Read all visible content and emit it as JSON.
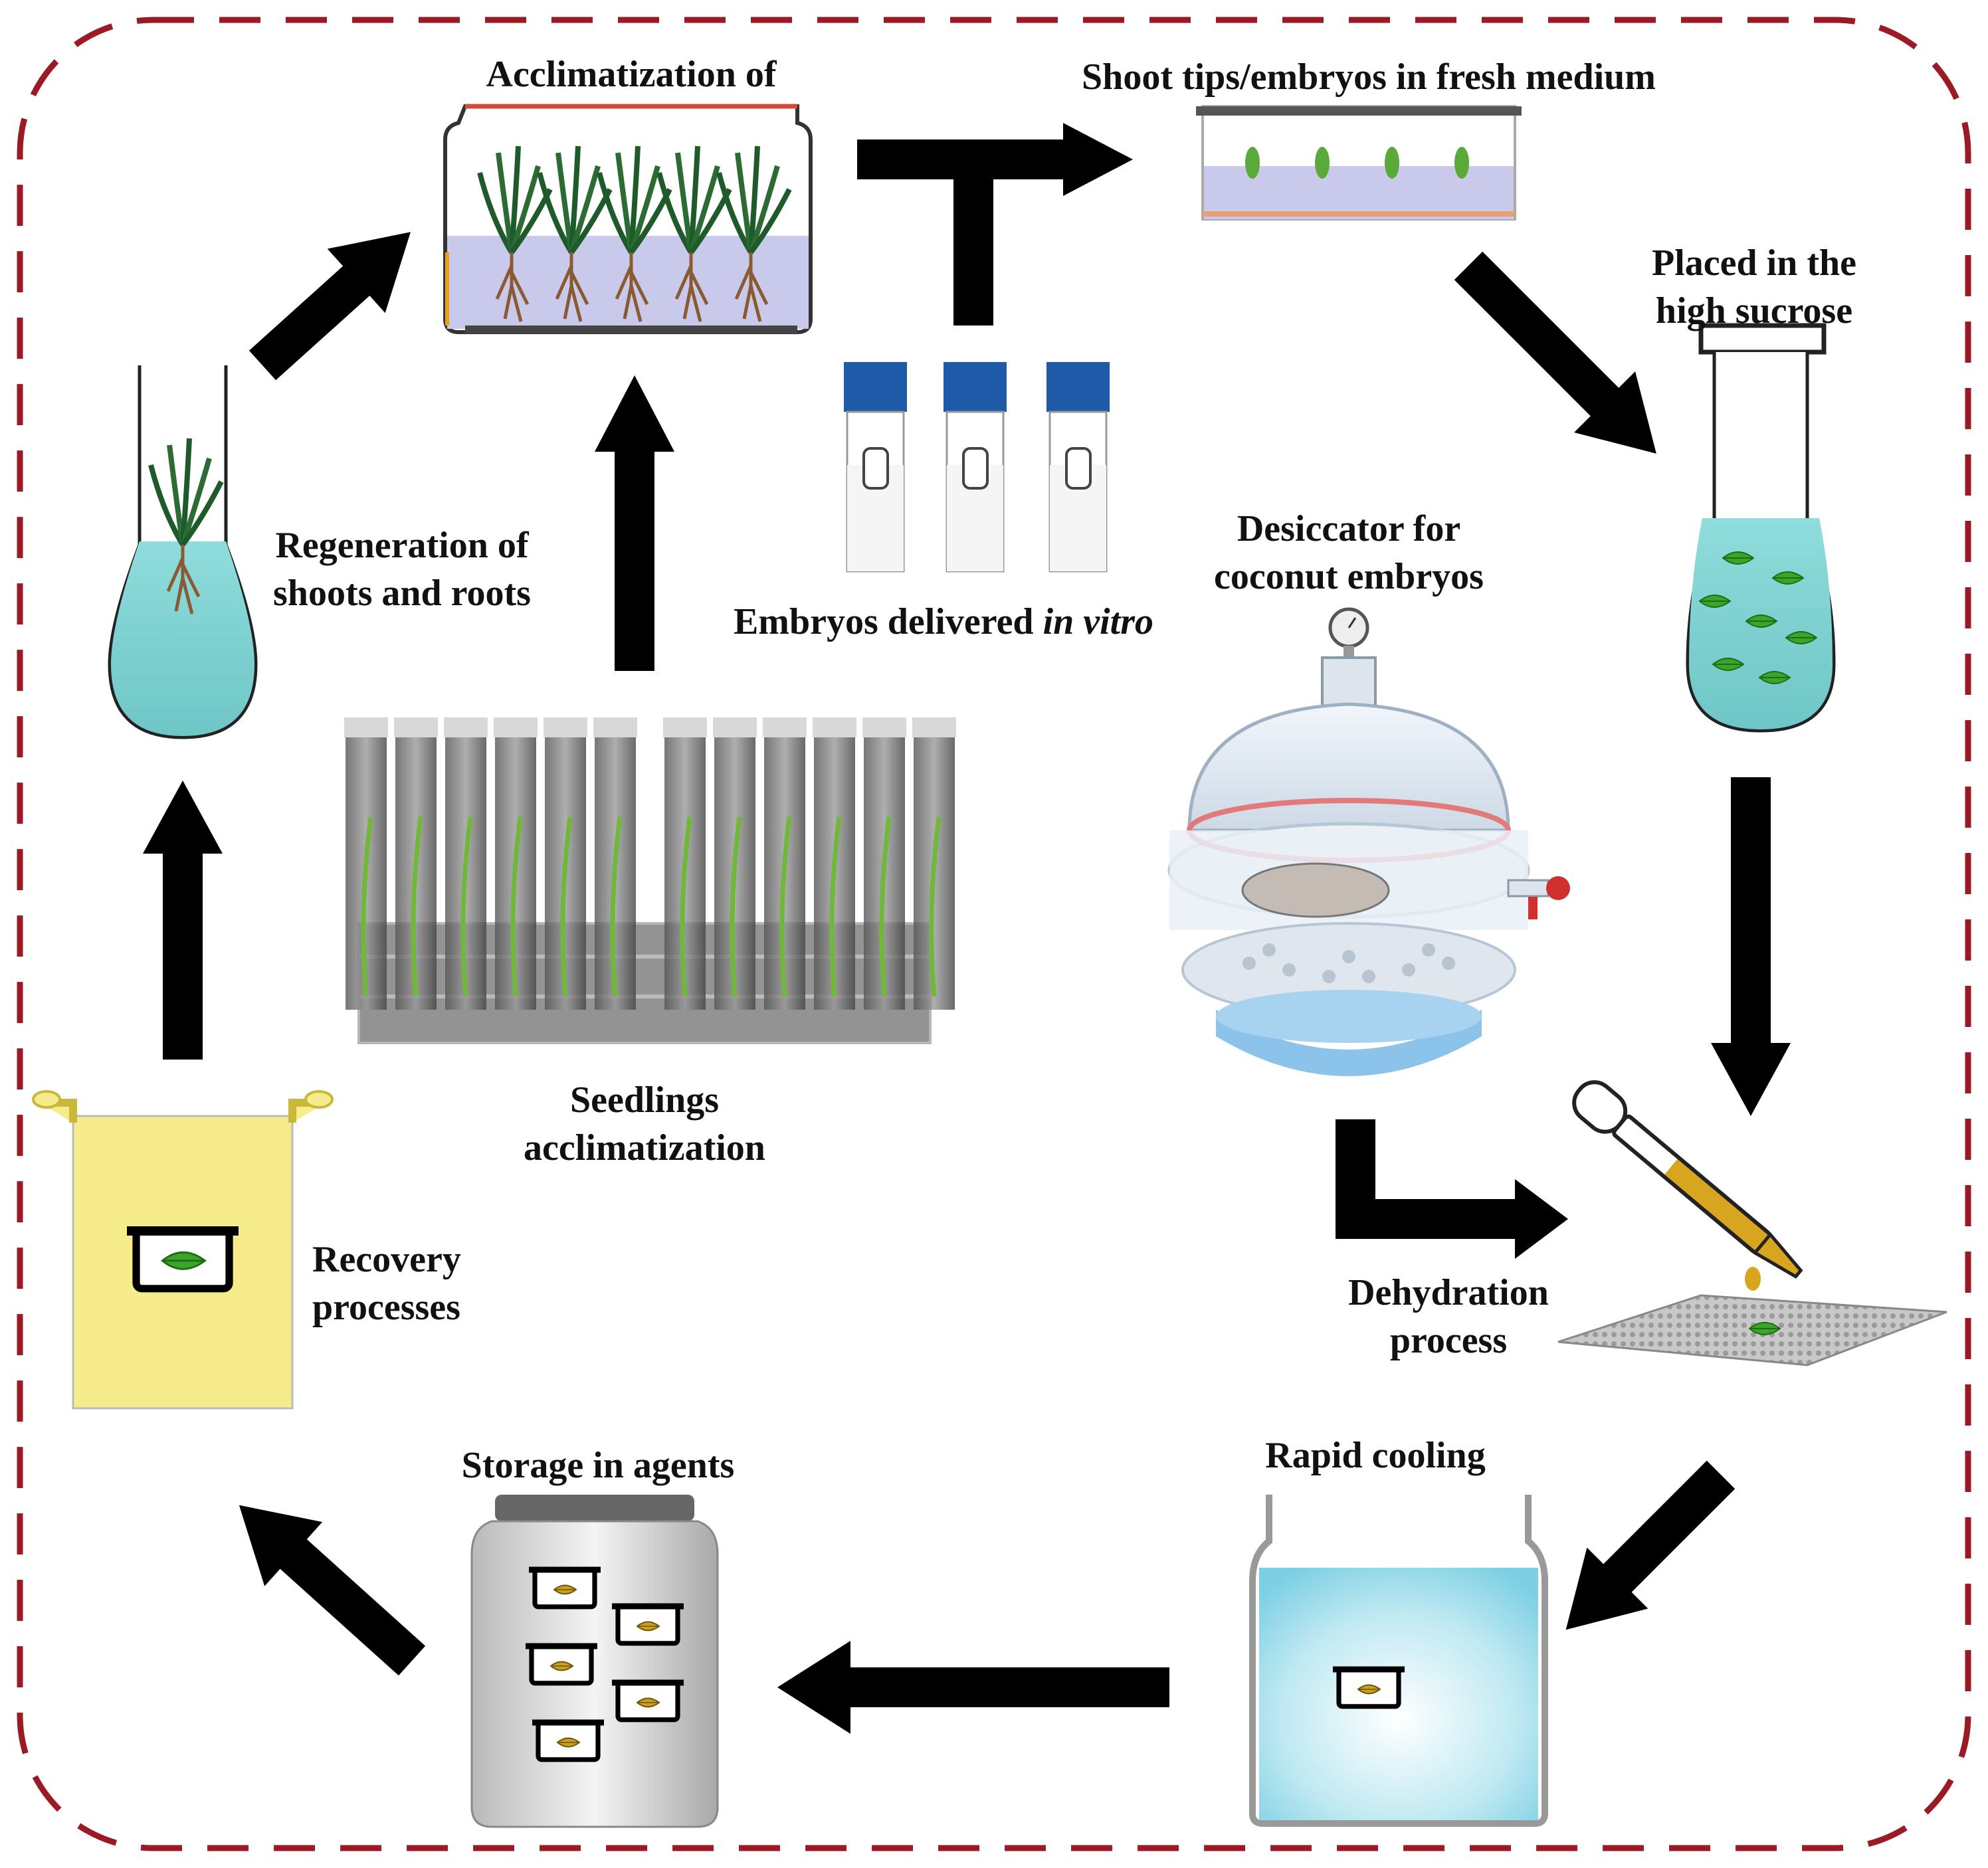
{
  "labels": {
    "acclimatization": "Acclimatization of",
    "shoot_tips": "Shoot tips/embryos  in fresh medium",
    "placed_line1": "Placed in the",
    "placed_line2": "high sucrose",
    "regeneration_line1": "Regeneration of",
    "regeneration_line2": "shoots and roots",
    "desiccator_line1": "Desiccator for",
    "desiccator_line2": "coconut embryos",
    "embryos_prefix": "Embryos delivered ",
    "embryos_italic": "in vitro",
    "seedlings_line1": "Seedlings",
    "seedlings_line2": "acclimatization",
    "recovery_line1": "Recovery",
    "recovery_line2": "processes",
    "dehydration_line1": "Dehydration",
    "dehydration_line2": "process",
    "storage": "Storage in agents",
    "rapid": "Rapid cooling"
  },
  "colors": {
    "border": "#9b1b25",
    "arrow": "#000000",
    "medium_cyan": "#7fd3d3",
    "jar_medium": "#c9c9ec",
    "leaf_green": "#3a9a2a",
    "bag_yellow": "#f7ec8c",
    "cap_blue": "#1e5aa8",
    "root_brown": "#8a5a32"
  },
  "icons": [
    "culture-jar-icon",
    "petri-dish-icon",
    "test-tube-icon",
    "flask-icon",
    "vial-icon",
    "seedling-rack-icon",
    "desiccator-icon",
    "dropper-icon",
    "cryo-box-icon",
    "storage-jar-icon",
    "bag-icon"
  ]
}
